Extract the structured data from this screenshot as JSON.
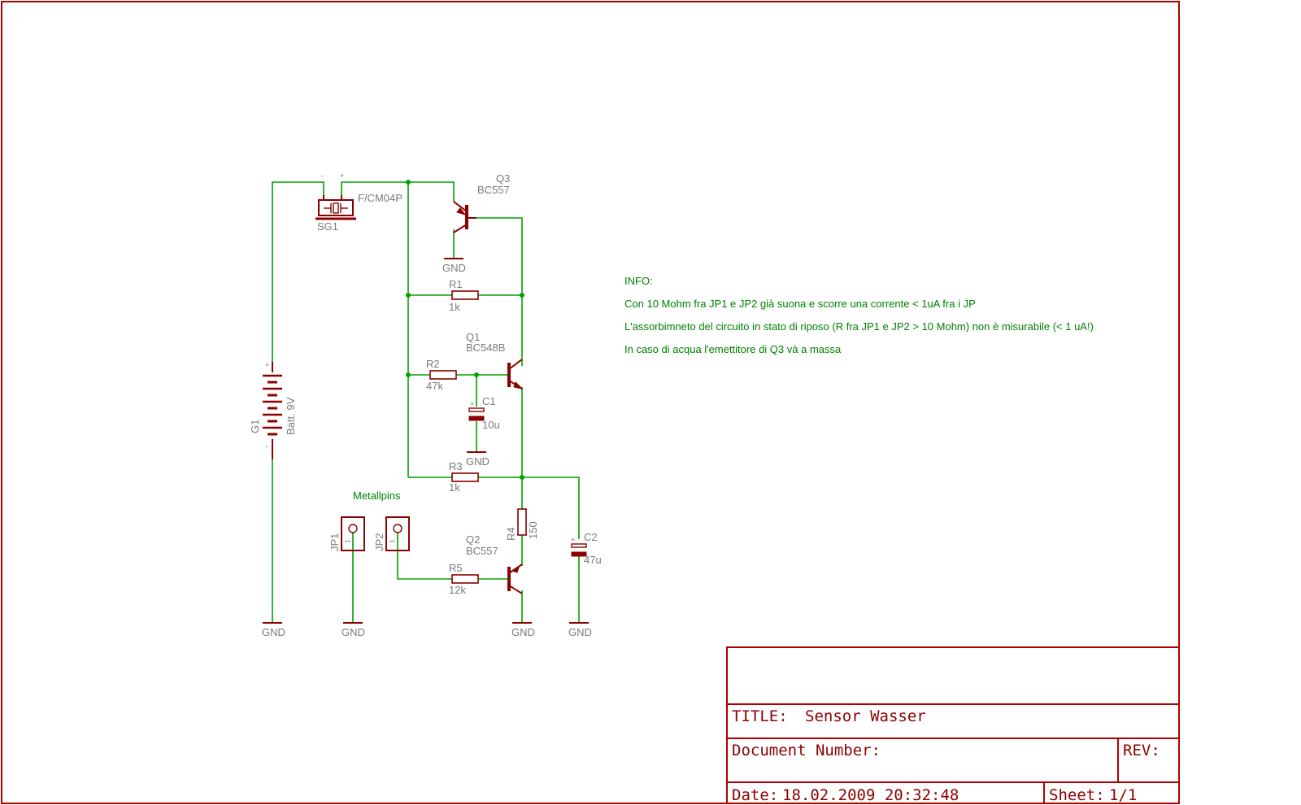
{
  "components": {
    "sg1": {
      "name": "SG1",
      "value": "F/CM04P",
      "pin_minus": "-",
      "pin_plus": "+"
    },
    "q3": {
      "name": "Q3",
      "value": "BC557"
    },
    "q1": {
      "name": "Q1",
      "value": "BC548B"
    },
    "q2": {
      "name": "Q2",
      "value": "BC557"
    },
    "r1": {
      "name": "R1",
      "value": "1k"
    },
    "r2": {
      "name": "R2",
      "value": "47k"
    },
    "r3": {
      "name": "R3",
      "value": "1k"
    },
    "r4": {
      "name": "R4",
      "value": "150"
    },
    "r5": {
      "name": "R5",
      "value": "12k"
    },
    "c1": {
      "name": "C1",
      "value": "10u",
      "polarity": "+"
    },
    "c2": {
      "name": "C2",
      "value": "47u",
      "polarity": "+"
    },
    "g1": {
      "name": "G1",
      "value": "Batt. 9V",
      "pin_plus": "+",
      "pin_minus": "-"
    },
    "jp1": {
      "name": "JP1",
      "pin": "1"
    },
    "jp2": {
      "name": "JP2",
      "pin": "1"
    },
    "gnd": "GND"
  },
  "notes": {
    "metallpins": "Metallpins",
    "info_title": "INFO:",
    "info_lines": [
      "Con 10 Mohm fra JP1 e JP2 già suona e scorre una corrente < 1uA fra i JP",
      "L'assorbimneto del circuito in stato di riposo (R fra JP1 e JP2 > 10 Mohm) non è misurabile (< 1 uA!)",
      "In caso di acqua l'emettitore di Q3 và a massa"
    ]
  },
  "title_block": {
    "title_label": "TITLE:",
    "title_value": "Sensor Wasser",
    "doc_number_label": "Document Number:",
    "rev_label": "REV:",
    "date_label": "Date:",
    "date_value": "18.02.2009 20:32:48",
    "sheet_label": "Sheet:",
    "sheet_value": "1/1"
  },
  "colors": {
    "wire": "#00a000",
    "part": "#8b0000",
    "frame": "#b00000",
    "label": "#7a7a7a",
    "note": "#008000"
  }
}
